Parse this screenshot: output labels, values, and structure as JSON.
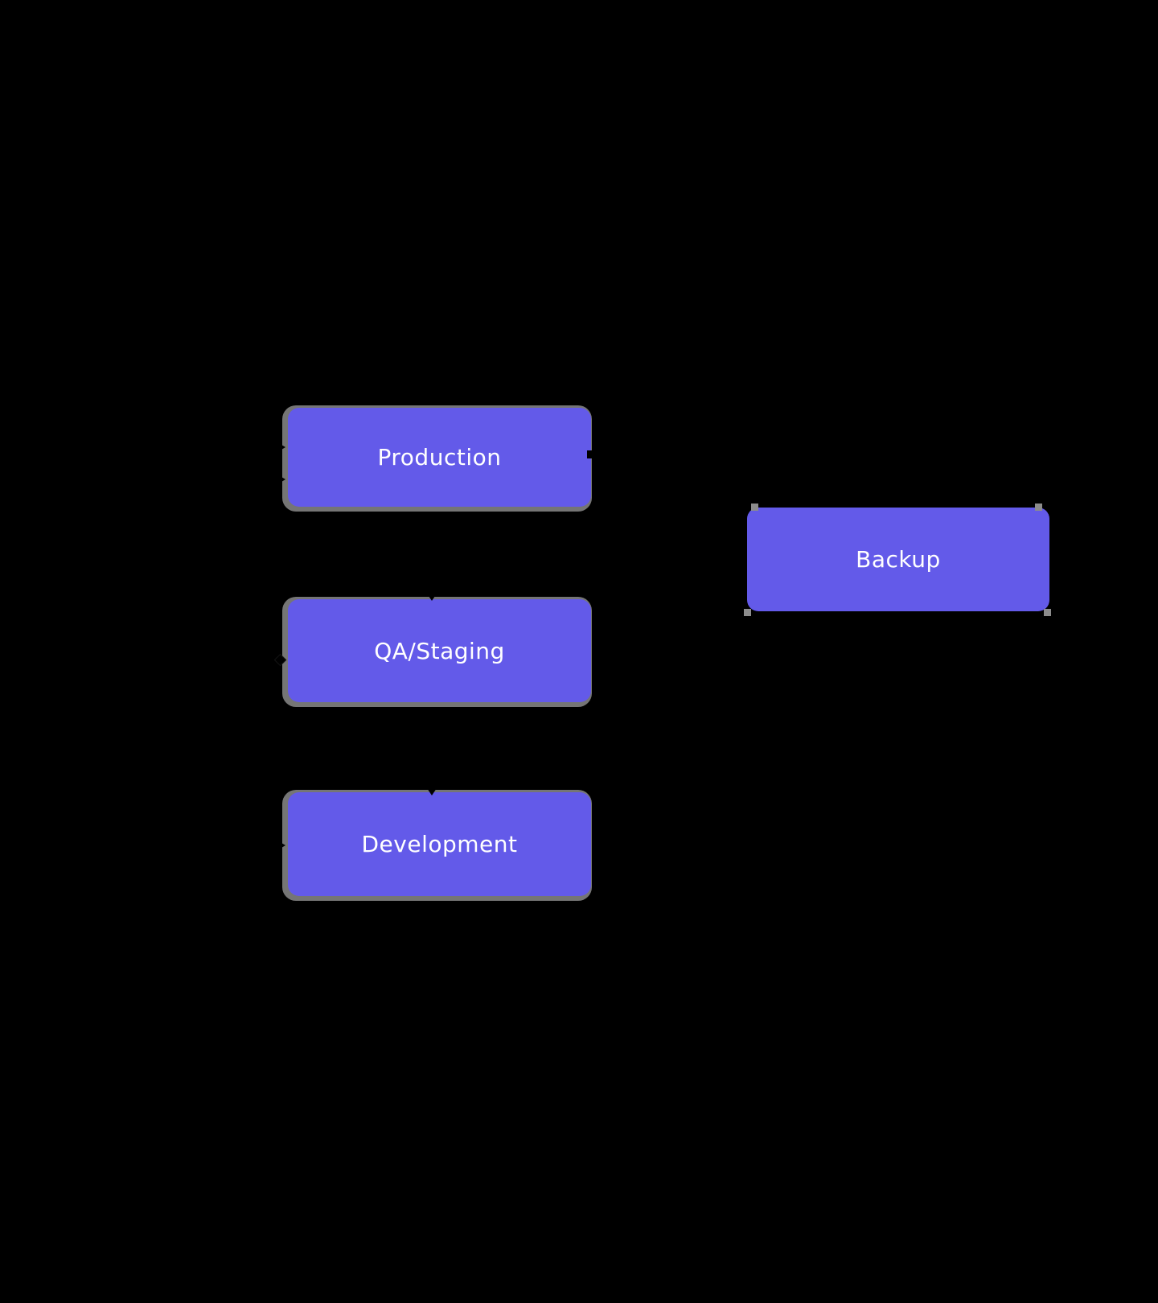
{
  "diagram": {
    "type": "flow-diagram",
    "nodes": [
      {
        "id": "production",
        "label": "Production",
        "selected": false
      },
      {
        "id": "qa-staging",
        "label": "QA/Staging",
        "selected": false
      },
      {
        "id": "development",
        "label": "Development",
        "selected": false
      },
      {
        "id": "backup",
        "label": "Backup",
        "selected": true
      }
    ],
    "edges_note": "connector arrows drawn in black on black canvas; only arrowhead tips visible at node edges",
    "colors": {
      "canvas_bg": "#000000",
      "node_fill": "#635AE9",
      "node_text": "#FFFFFF",
      "node_shadow": "#757575",
      "selection_handle": "#8C8C8C",
      "edge": "#000000"
    }
  }
}
